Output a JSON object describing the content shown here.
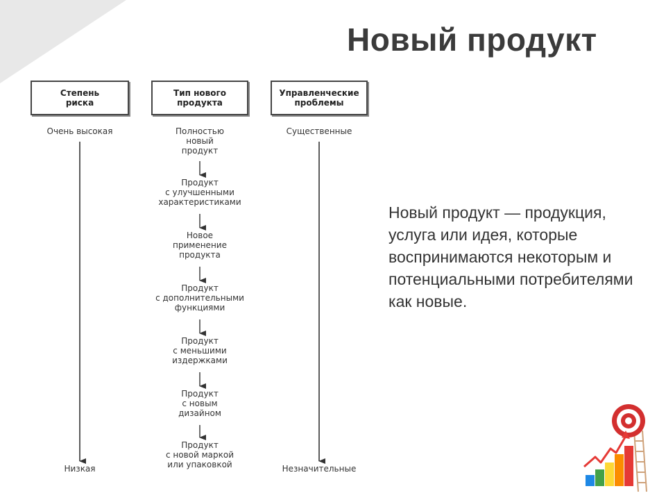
{
  "slide": {
    "title": "Новый продукт",
    "description": "Новый продукт — продукция, услуга или идея, которые воспринимаются некоторым и потенциальными потребителями как новые."
  },
  "diagram": {
    "headers": {
      "risk": [
        "Степень",
        "риска"
      ],
      "type": [
        "Тип нового",
        "продукта"
      ],
      "problems": [
        "Управленческие",
        "проблемы"
      ]
    },
    "risk_scale": {
      "top": "Очень высокая",
      "bottom": "Низкая"
    },
    "problems_scale": {
      "top": "Существенные",
      "bottom": "Незначительные"
    },
    "product_types": [
      [
        "Полностью",
        "новый",
        "продукт"
      ],
      [
        "Продукт",
        "с улучшенными",
        "характеристиками"
      ],
      [
        "Новое",
        "применение",
        "продукта"
      ],
      [
        "Продукт",
        "с дополнительными",
        "функциями"
      ],
      [
        "Продукт",
        "с меньшими",
        "издержками"
      ],
      [
        "Продукт",
        "с новым",
        "дизайном"
      ],
      [
        "Продукт",
        "с новой маркой",
        "или упаковкой"
      ]
    ]
  },
  "colors": {
    "accent_red": "#e53935",
    "corner_gray": "#e6e6e6",
    "title_color": "#3b3b3b"
  }
}
